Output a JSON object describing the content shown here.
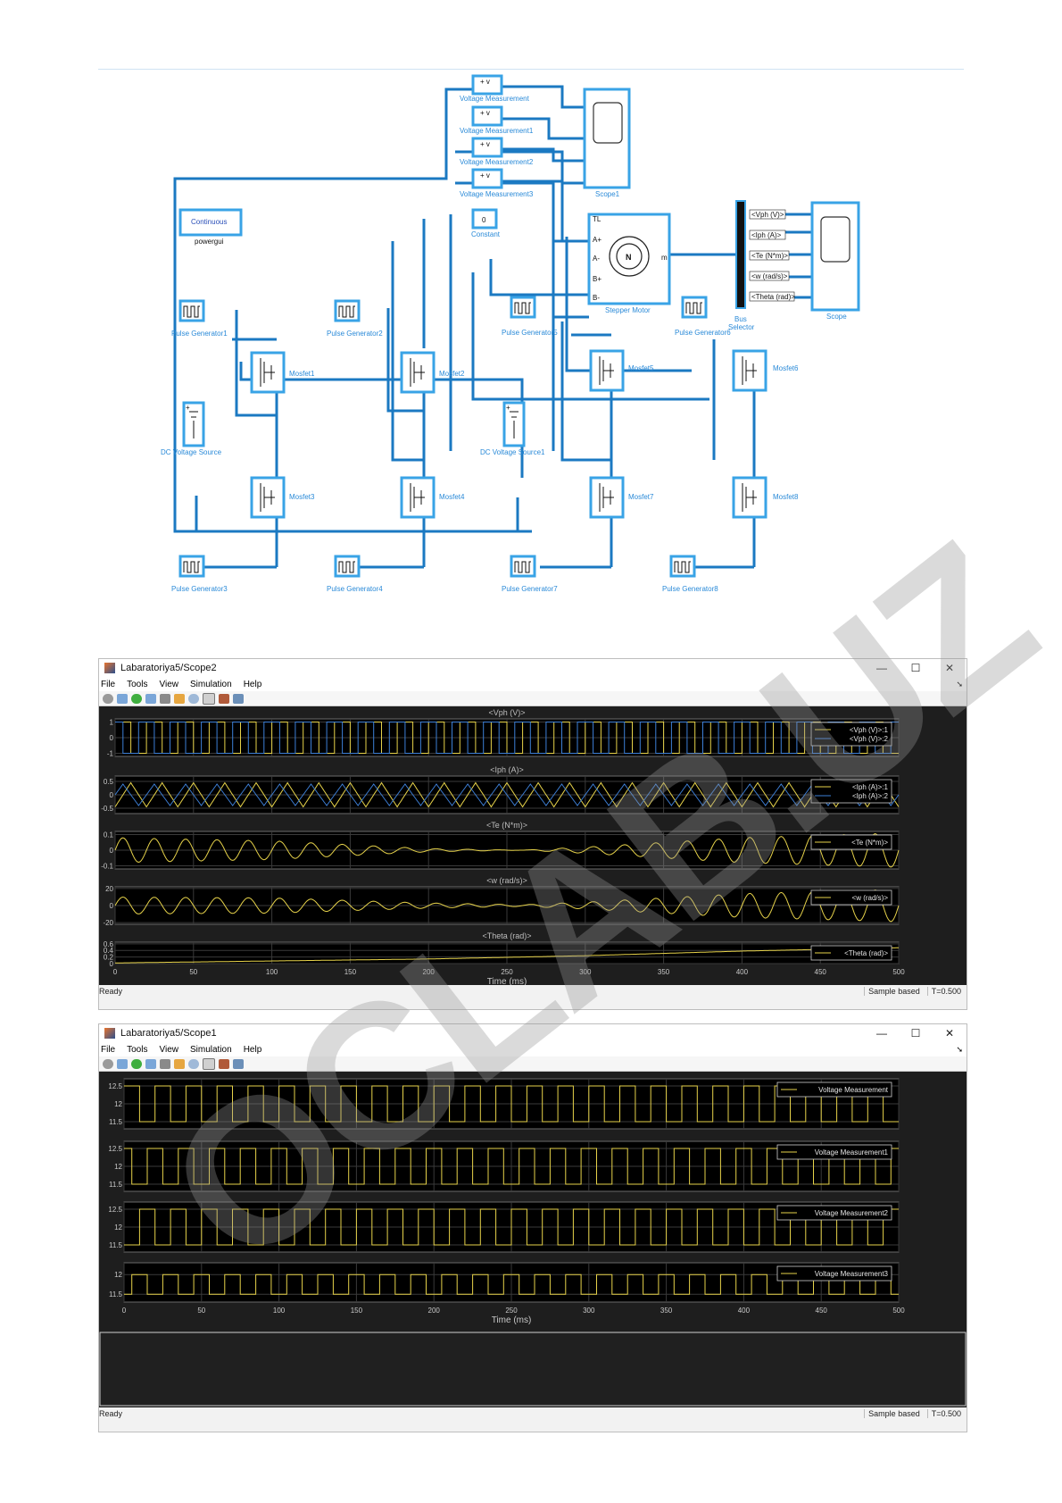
{
  "model": {
    "blocks": {
      "vm": [
        "Voltage Measurement",
        "Voltage Measurement1",
        "Voltage Measurement2",
        "Voltage Measurement3"
      ],
      "scope1": "Scope1",
      "powergui_top": "Continuous",
      "powergui": "powergui",
      "constant_value": "0",
      "constant": "Constant",
      "stepper": "Stepper Motor",
      "stepper_ports": [
        "TL",
        "A+",
        "A-",
        "B+",
        "B-"
      ],
      "stepper_out": "m",
      "bus_signals": [
        "<Vph (V)>",
        "<Iph (A)>",
        "<Te (N*m)>",
        "<w (rad/s)>",
        "<Theta (rad)>"
      ],
      "bus_selector": [
        "Bus",
        "Selector"
      ],
      "scope": "Scope",
      "pulse": [
        "Pulse Generator1",
        "Pulse Generator2",
        "Pulse Generator3",
        "Pulse Generator4",
        "Pulse Generator5",
        "Pulse Generator6",
        "Pulse Generator7",
        "Pulse Generator8"
      ],
      "mosfet": [
        "Mosfet1",
        "Mosfet2",
        "Mosfet3",
        "Mosfet4",
        "Mosfet5",
        "Mosfet6",
        "Mosfet7",
        "Mosfet8"
      ],
      "dc": [
        "DC Voltage Source",
        "DC Voltage Source1"
      ]
    }
  },
  "scope2": {
    "title": "Labaratoriya5/Scope2",
    "menu": [
      "File",
      "Tools",
      "View",
      "Simulation",
      "Help"
    ],
    "window_buttons": [
      "—",
      "☐",
      "✕"
    ],
    "xlabel": "Time (ms)",
    "xticks": [
      "0",
      "50",
      "100",
      "150",
      "200",
      "250",
      "300",
      "350",
      "400",
      "450",
      "500"
    ],
    "status_left": "Ready",
    "status_mode": "Sample based",
    "status_time": "T=0.500"
  },
  "scope1": {
    "title": "Labaratoriya5/Scope1",
    "menu": [
      "File",
      "Tools",
      "View",
      "Simulation",
      "Help"
    ],
    "window_buttons": [
      "—",
      "☐",
      "✕"
    ],
    "xlabel": "Time (ms)",
    "xticks": [
      "0",
      "50",
      "100",
      "150",
      "200",
      "250",
      "300",
      "350",
      "400",
      "450",
      "500"
    ],
    "status_left": "Ready",
    "status_mode": "Sample based",
    "status_time": "T=0.500"
  },
  "watermark": "OCLAB.UZ",
  "chart_data": [
    {
      "type": "line",
      "title": "<Vph (V)>",
      "xlim": [
        0,
        500
      ],
      "ylim": [
        -1.2,
        1.2
      ],
      "yticks": [
        "1",
        "0",
        "-1"
      ],
      "series": [
        {
          "name": "<Vph (V)>:1",
          "color": "#e6d24a",
          "shape": "square",
          "period_ms": 20,
          "amplitude": 1
        },
        {
          "name": "<Vph (V)>:2",
          "color": "#3d7fd6",
          "shape": "square",
          "period_ms": 20,
          "amplitude": 1,
          "phase_ms": 5
        }
      ]
    },
    {
      "type": "line",
      "title": "<Iph (A)>",
      "xlim": [
        0,
        500
      ],
      "ylim": [
        -0.7,
        0.7
      ],
      "yticks": [
        "0.5",
        "0",
        "-0.5"
      ],
      "series": [
        {
          "name": "<Iph (A)>:1",
          "color": "#e6d24a",
          "shape": "triangle",
          "period_ms": 20,
          "amplitude": 0.45
        },
        {
          "name": "<Iph (A)>:2",
          "color": "#3d7fd6",
          "shape": "triangle",
          "period_ms": 20,
          "amplitude": 0.4,
          "phase_ms": 5
        }
      ]
    },
    {
      "type": "line",
      "title": "<Te (N*m)>",
      "xlim": [
        0,
        500
      ],
      "ylim": [
        -0.12,
        0.12
      ],
      "yticks": [
        "0.1",
        "0",
        "-0.1"
      ],
      "series": [
        {
          "name": "<Te (N*m)>",
          "color": "#e6d24a",
          "shape": "sine",
          "period_ms": 20,
          "envelope": [
            [
              0,
              0.08
            ],
            [
              100,
              0.06
            ],
            [
              200,
              0.01
            ],
            [
              260,
              0.0
            ],
            [
              300,
              0.02
            ],
            [
              400,
              0.08
            ],
            [
              500,
              0.11
            ]
          ]
        }
      ]
    },
    {
      "type": "line",
      "title": "<w (rad/s)>",
      "xlim": [
        0,
        500
      ],
      "ylim": [
        -22,
        22
      ],
      "yticks": [
        "20",
        "0",
        "-20"
      ],
      "series": [
        {
          "name": "<w (rad/s)>",
          "color": "#e6d24a",
          "shape": "sine",
          "period_ms": 20,
          "envelope": [
            [
              0,
              10
            ],
            [
              100,
              9
            ],
            [
              200,
              3
            ],
            [
              260,
              1
            ],
            [
              300,
              4
            ],
            [
              400,
              14
            ],
            [
              500,
              19
            ]
          ]
        }
      ]
    },
    {
      "type": "line",
      "title": "<Theta (rad)>",
      "xlim": [
        0,
        500
      ],
      "ylim": [
        0,
        0.65
      ],
      "yticks": [
        "0.6",
        "0.4",
        "0.2",
        "0"
      ],
      "series": [
        {
          "name": "<Theta (rad)>",
          "color": "#e6d24a",
          "points": [
            [
              0,
              0.02
            ],
            [
              100,
              0.08
            ],
            [
              200,
              0.14
            ],
            [
              300,
              0.24
            ],
            [
              400,
              0.38
            ],
            [
              450,
              0.43
            ],
            [
              500,
              0.48
            ]
          ]
        }
      ]
    },
    {
      "type": "line",
      "title": "",
      "xlim": [
        0,
        500
      ],
      "ylim": [
        11.3,
        12.7
      ],
      "yticks": [
        "12.5",
        "12",
        "11.5"
      ],
      "series": [
        {
          "name": "Voltage Measurement",
          "color": "#e6d24a",
          "shape": "square",
          "period_ms": 20,
          "low": 11.5,
          "high": 12.5
        }
      ]
    },
    {
      "type": "line",
      "title": "",
      "xlim": [
        0,
        500
      ],
      "ylim": [
        11.3,
        12.7
      ],
      "yticks": [
        "12.5",
        "12",
        "11.5"
      ],
      "series": [
        {
          "name": "Voltage Measurement1",
          "color": "#e6d24a",
          "shape": "square",
          "period_ms": 20,
          "low": 11.5,
          "high": 12.5,
          "phase_ms": 5
        }
      ]
    },
    {
      "type": "line",
      "title": "",
      "xlim": [
        0,
        500
      ],
      "ylim": [
        11.3,
        12.7
      ],
      "yticks": [
        "12.5",
        "12",
        "11.5"
      ],
      "series": [
        {
          "name": "Voltage Measurement2",
          "color": "#e6d24a",
          "shape": "square",
          "period_ms": 20,
          "low": 11.5,
          "high": 12.5,
          "phase_ms": 10
        }
      ]
    },
    {
      "type": "line",
      "title": "",
      "xlim": [
        0,
        500
      ],
      "ylim": [
        11.3,
        12.3
      ],
      "yticks": [
        "12",
        "11.5"
      ],
      "series": [
        {
          "name": "Voltage Measurement3",
          "color": "#e6d24a",
          "shape": "square",
          "period_ms": 20,
          "low": 11.5,
          "high": 12.0,
          "phase_ms": 15
        }
      ]
    }
  ]
}
